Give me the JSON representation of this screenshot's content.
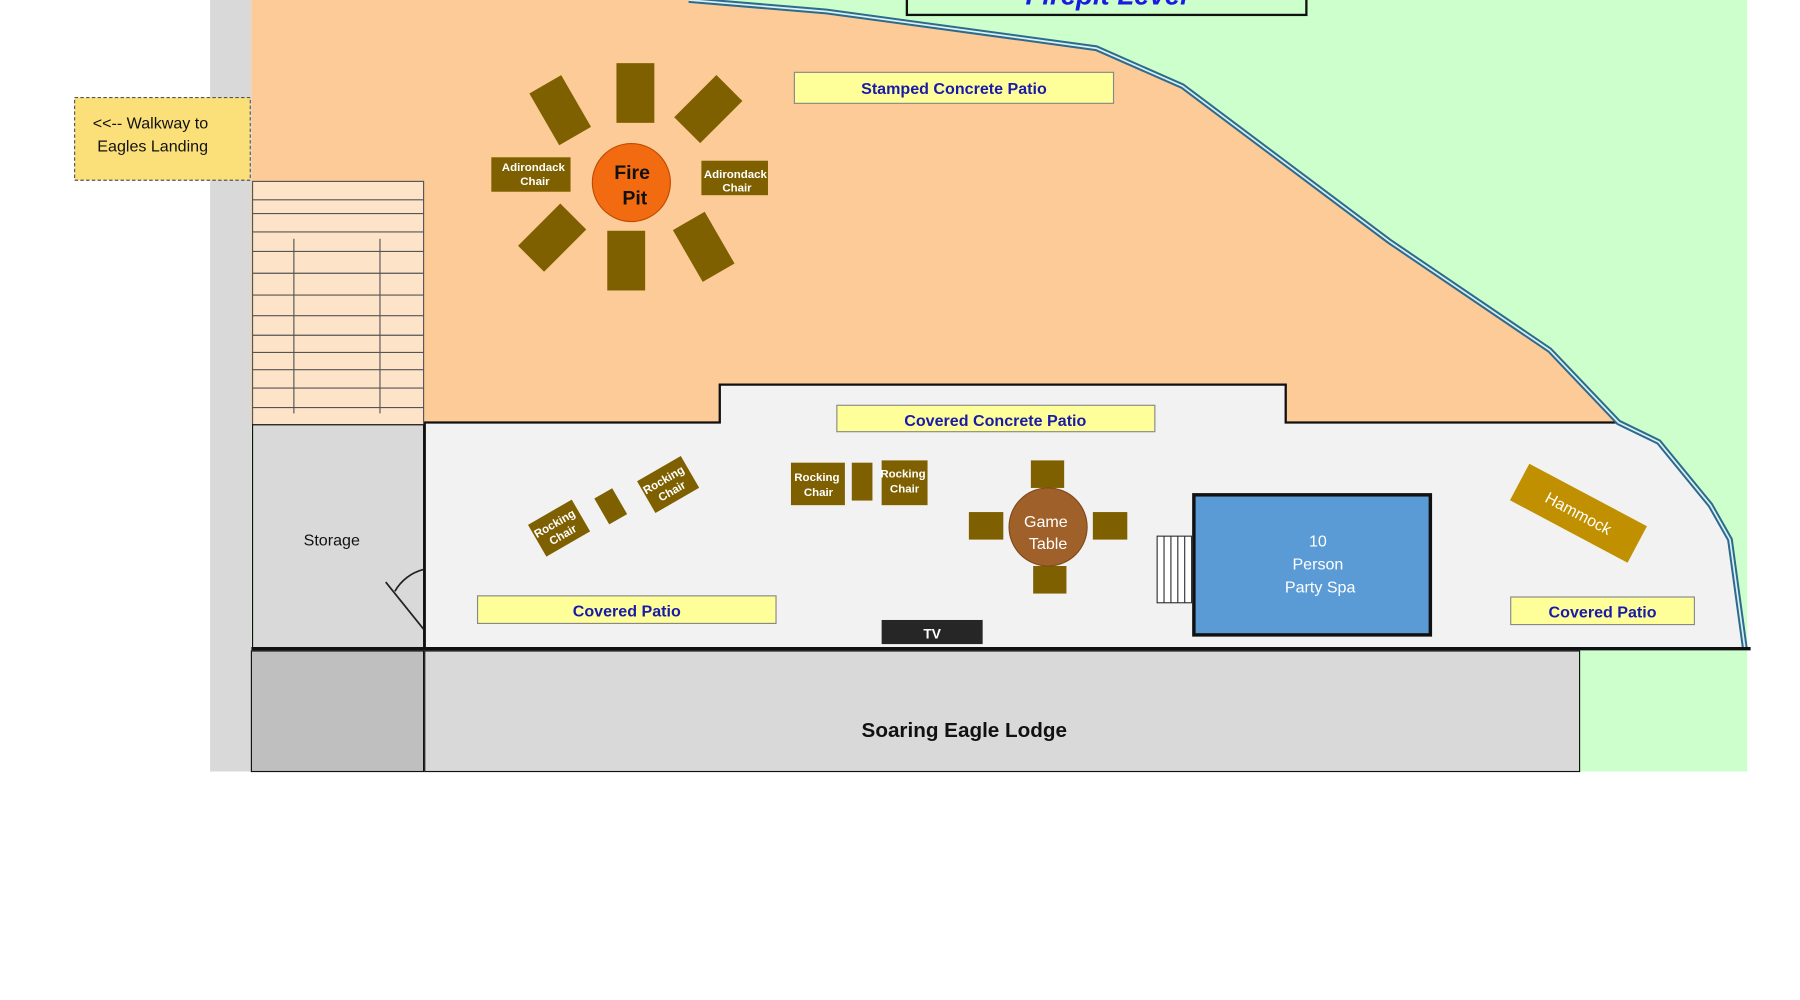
{
  "title": "Firepit Level",
  "walkway": {
    "line1": "<<-- Walkway to",
    "line2": "Eagles Landing"
  },
  "areas": {
    "stamped_patio": "Stamped Concrete Patio",
    "covered_concrete_patio": "Covered Concrete Patio",
    "covered_patio_left": "Covered Patio",
    "covered_patio_right": "Covered Patio",
    "storage": "Storage",
    "lodge": "Soaring Eagle Lodge"
  },
  "fire_pit": {
    "line1": "Fire",
    "line2": "Pit"
  },
  "adirondack": {
    "line1": "Adirondack",
    "line2": "Chair"
  },
  "rocking": {
    "line1": "Rocking",
    "line2": "Chair"
  },
  "game_table": {
    "line1": "Game",
    "line2": "Table"
  },
  "spa": {
    "line1": "10",
    "line2": "Person",
    "line3": "Party Spa"
  },
  "hammock": "Hammock",
  "tv": "TV",
  "colors": {
    "patio": "#fccb98",
    "lawn": "#ccffcc",
    "covered": "#f2f2f2",
    "building": "#d9d9d9",
    "furniture": "#7f6000",
    "fire": "#f26b10",
    "spa": "#5b9bd5",
    "label": "#ffff99"
  }
}
